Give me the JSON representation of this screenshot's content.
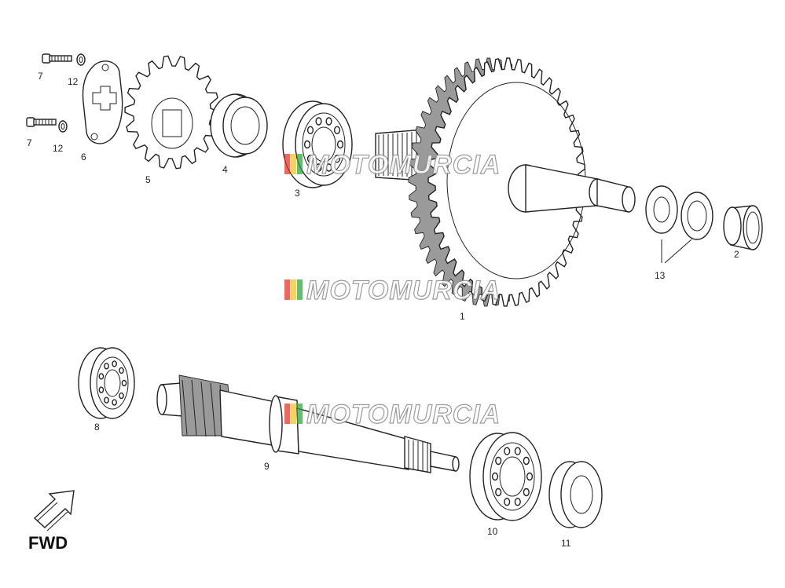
{
  "diagram": {
    "callouts": {
      "p1": "1",
      "p2": "2",
      "p3": "3",
      "p4": "4",
      "p5": "5",
      "p6": "6",
      "p7a": "7",
      "p7b": "7",
      "p8": "8",
      "p9": "9",
      "p10": "10",
      "p11": "11",
      "p12a": "12",
      "p12b": "12",
      "p13": "13"
    },
    "direction_label": "FWD",
    "direction_icon": "arrow-up-right-icon"
  },
  "watermark": {
    "text": "MOTOMURCIA",
    "stripe_colors": [
      "#e03a2f",
      "#f2c233",
      "#3aa14a"
    ]
  }
}
